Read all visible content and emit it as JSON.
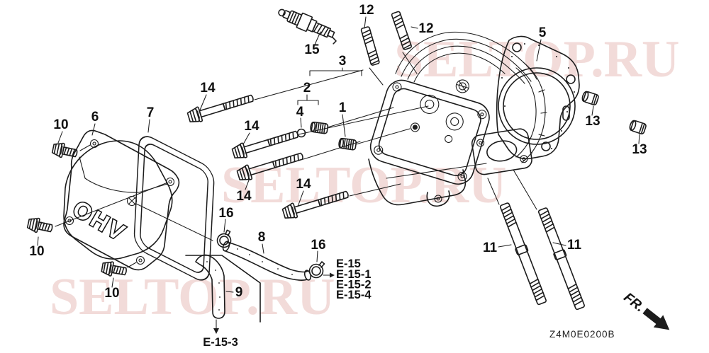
{
  "watermark": {
    "text": "SELTOP.RU",
    "color": "#f2dbd9"
  },
  "callouts": {
    "n1": "1",
    "n2": "2",
    "n3": "3",
    "n4": "4",
    "n5": "5",
    "n6": "6",
    "n7": "7",
    "n8": "8",
    "n9": "9",
    "n10": "10",
    "n11": "11",
    "n12": "12",
    "n13": "13",
    "n14": "14",
    "n15": "15",
    "n16": "16"
  },
  "cover_emboss": "OHV",
  "references": {
    "e15": "E-15",
    "e15_1": "E-15-1",
    "e15_2": "E-15-2",
    "e15_4": "E-15-4",
    "e15_3": "E-15-3"
  },
  "footer": {
    "diagram_code": "Z4M0E0200B",
    "front_label": "FR."
  }
}
